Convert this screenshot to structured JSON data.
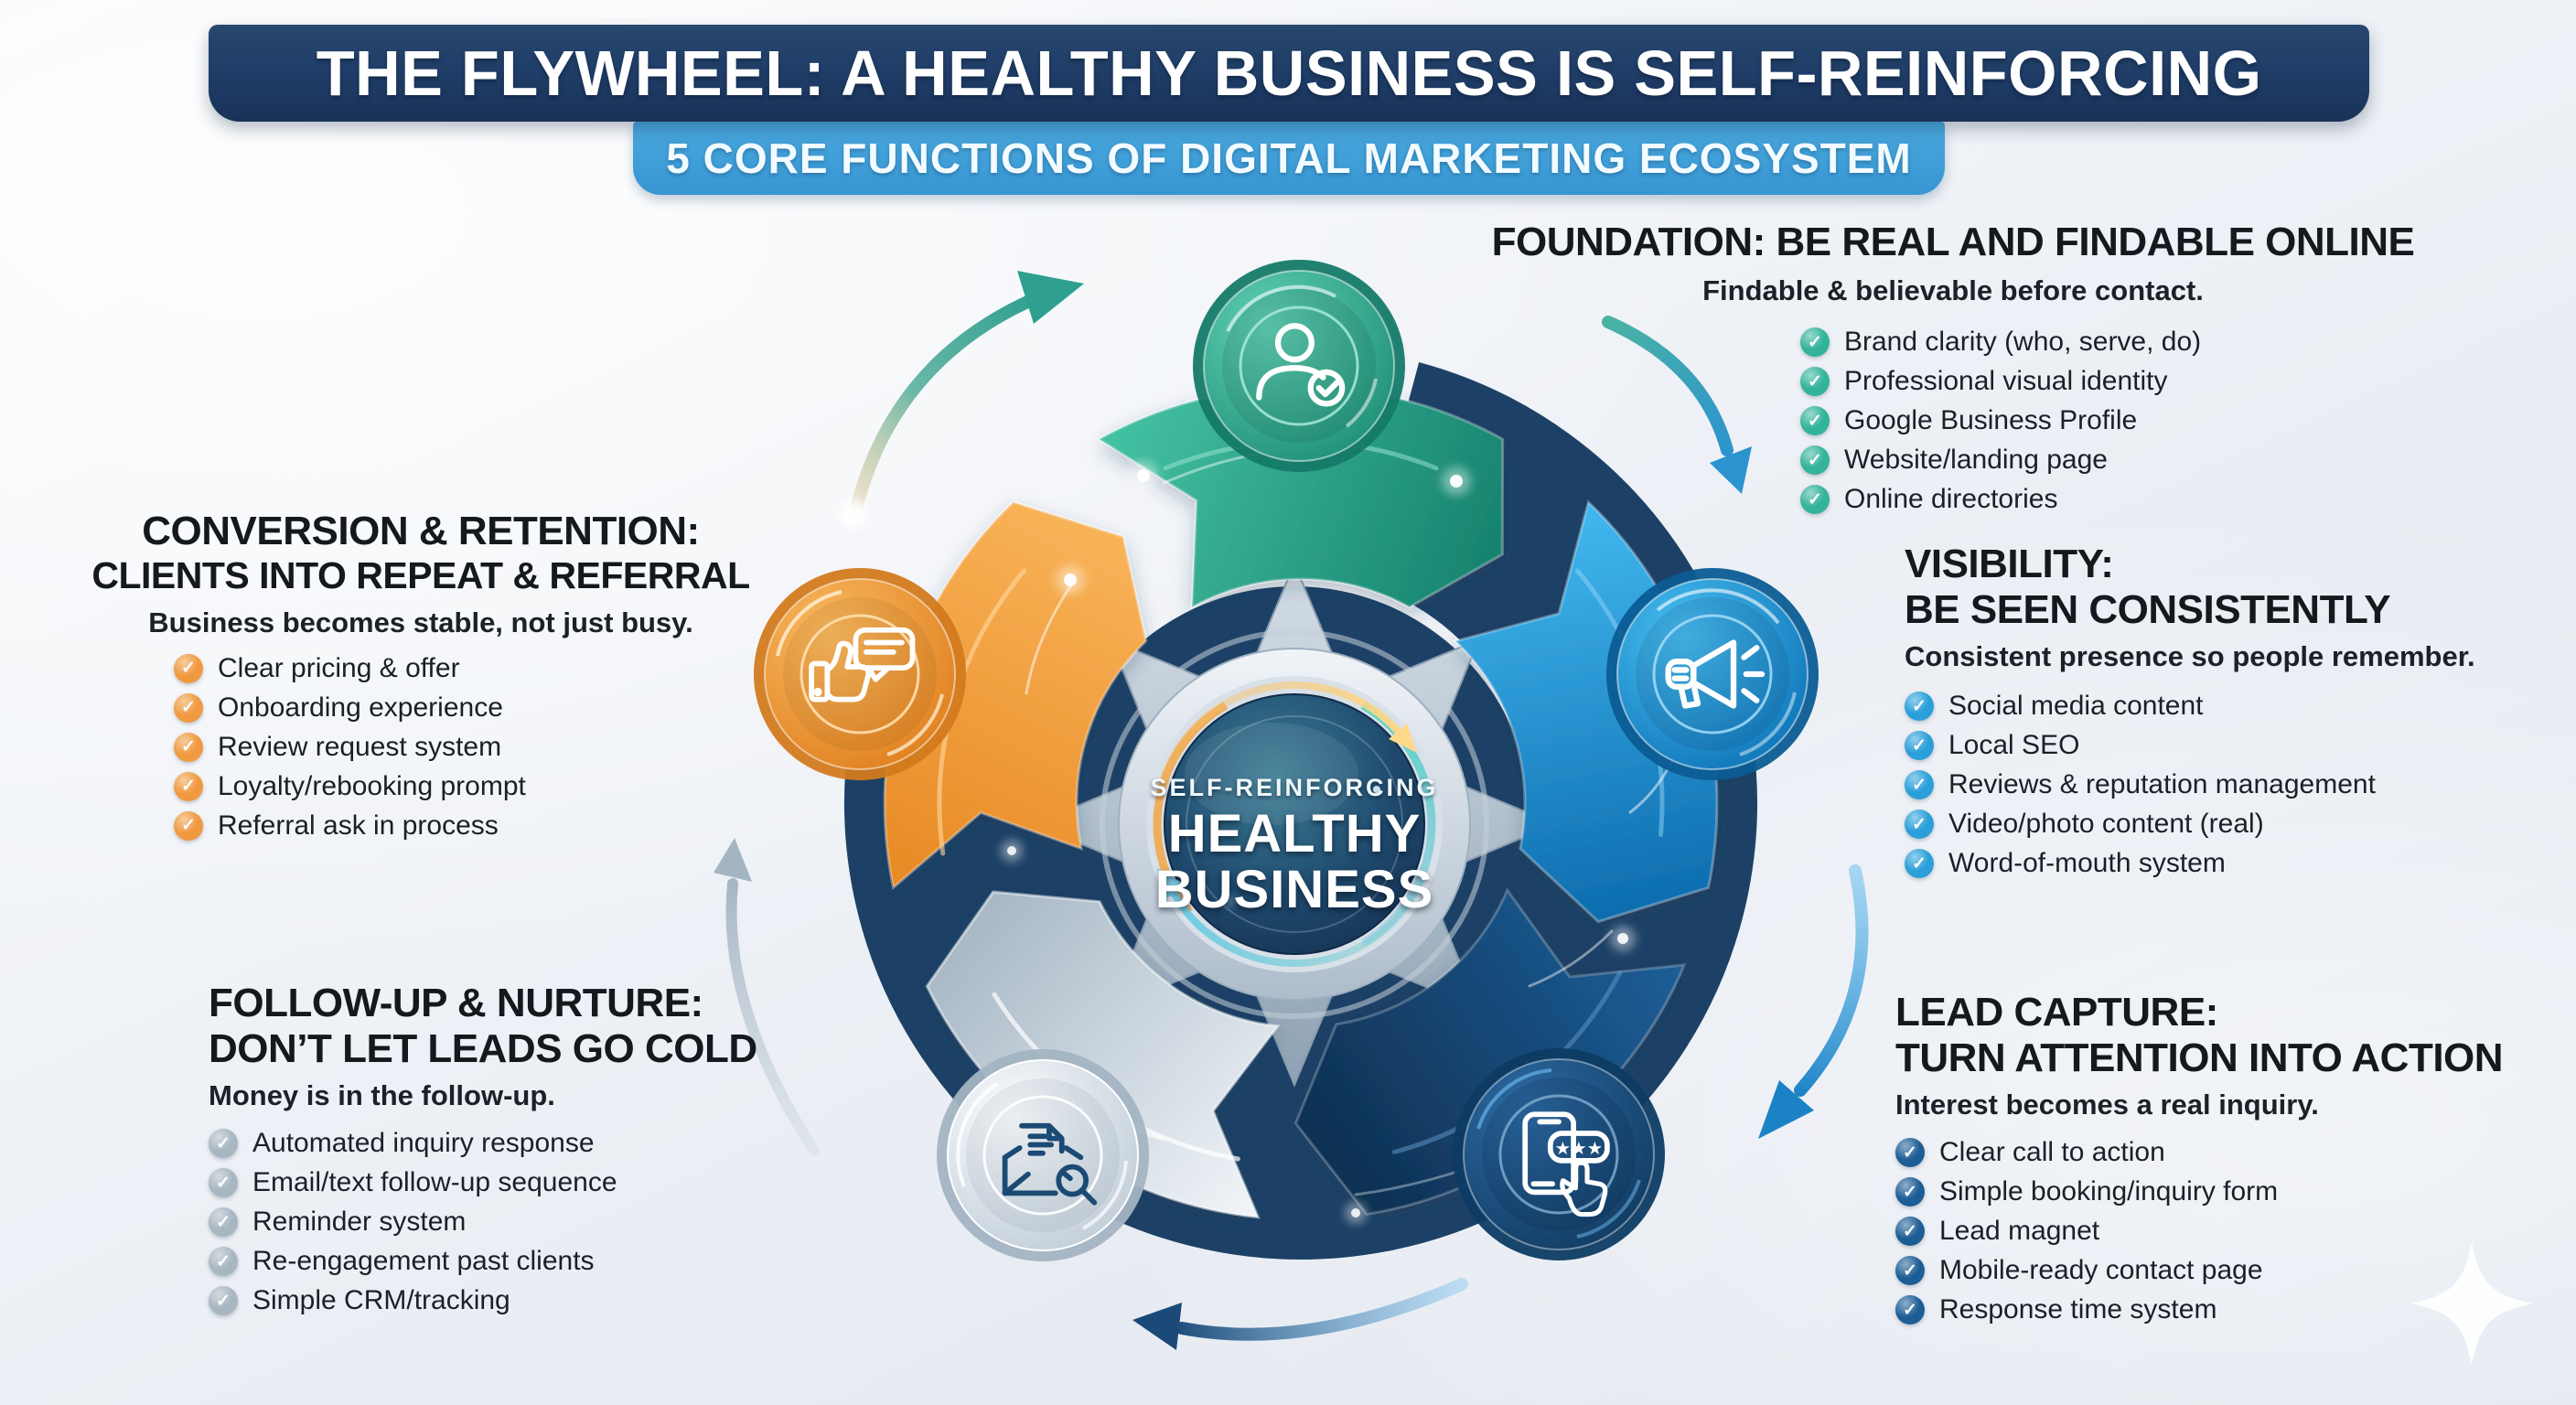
{
  "header": {
    "title": "THE FLYWHEEL: A HEALTHY BUSINESS IS SELF-REINFORCING",
    "subtitle": "5 CORE FUNCTIONS OF DIGITAL MARKETING ECOSYSTEM"
  },
  "center": {
    "badge": "SELF-REINFORCING",
    "line1": "HEALTHY",
    "line2": "BUSINESS"
  },
  "sections": {
    "foundation": {
      "title": "FOUNDATION: BE REAL AND FINDABLE ONLINE",
      "subtitle": "Findable & believable before contact.",
      "accent": "#33b39a",
      "items": [
        "Brand clarity (who, serve, do)",
        "Professional visual identity",
        "Google Business Profile",
        "Website/landing page",
        "Online directories"
      ]
    },
    "visibility": {
      "title_line1": "VISIBILITY:",
      "title_line2": "BE SEEN CONSISTENTLY",
      "subtitle": "Consistent presence so people remember.",
      "accent": "#2a9fda",
      "items": [
        "Social media content",
        "Local SEO",
        "Reviews & reputation management",
        "Video/photo content (real)",
        "Word-of-mouth system"
      ]
    },
    "lead_capture": {
      "title_line1": "LEAD CAPTURE:",
      "title_line2": "TURN ATTENTION INTO ACTION",
      "subtitle": "Interest becomes a real inquiry.",
      "accent": "#1d5d95",
      "items": [
        "Clear call to action",
        "Simple booking/inquiry form",
        "Lead magnet",
        "Mobile-ready contact page",
        "Response time system"
      ]
    },
    "conversion": {
      "title_line1": "CONVERSION & RETENTION:",
      "title_line2": "CLIENTS INTO REPEAT & REFERRAL",
      "subtitle": "Business becomes stable, not just busy.",
      "accent": "#f0993f",
      "items": [
        "Clear pricing & offer",
        "Onboarding experience",
        "Review request system",
        "Loyalty/rebooking prompt",
        "Referral ask in process"
      ]
    },
    "followup": {
      "title_line1": "FOLLOW-UP & NURTURE:",
      "title_line2": "DON’T LET LEADS GO COLD",
      "subtitle": "Money is in the follow-up.",
      "accent": "#a8b6c2",
      "items": [
        "Automated inquiry response",
        "Email/text follow-up sequence",
        "Reminder system",
        "Re-engagement past clients",
        "Simple CRM/tracking"
      ]
    }
  },
  "colors": {
    "banner_navy": "#1e3c66",
    "banner_blue": "#3f9fd8",
    "flywheel_teal": "#2aa98c",
    "flywheel_blue": "#1e8fd0",
    "flywheel_navy": "#174b7d",
    "flywheel_silver": "#c3cfda",
    "flywheel_orange": "#ef9a3d",
    "hub_navy": "#1d4166",
    "background": "#edf1f6"
  }
}
